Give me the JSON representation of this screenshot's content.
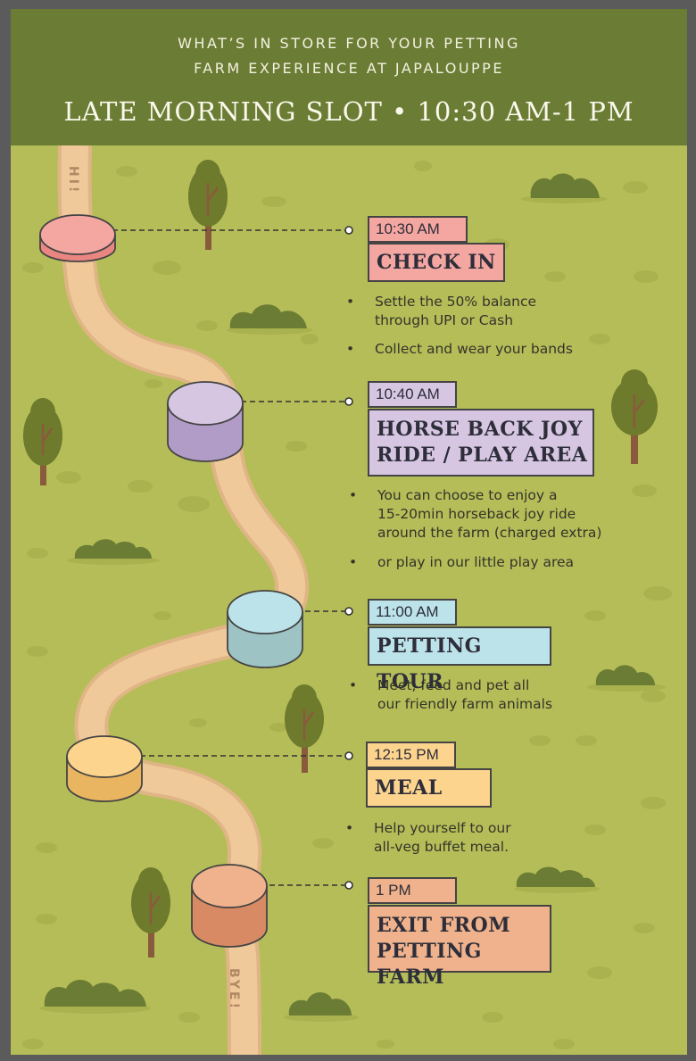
{
  "header": {
    "subtitle_line1": "WHAT’S IN STORE FOR YOUR PETTING",
    "subtitle_line2": "FARM EXPERIENCE AT JAPALOUPPE",
    "title": "LATE MORNING SLOT • 10:30 AM-1 PM"
  },
  "path_signs": {
    "start": "HI!",
    "end": "BYE!"
  },
  "stops": [
    {
      "time": "10:30 AM",
      "title_lines": [
        "CHECK IN"
      ],
      "color": "#f4a6a1",
      "bullets": [
        [
          "Settle the 50% balance",
          "through UPI or Cash"
        ],
        [
          "Collect and wear your bands"
        ]
      ]
    },
    {
      "time": "10:40 AM",
      "title_lines": [
        "HORSE BACK JOY",
        "RIDE / PLAY AREA"
      ],
      "color": "#d6c6e2",
      "bullets": [
        [
          "You can choose to enjoy a",
          "15-20min horseback joy ride",
          "around the farm (charged extra)"
        ],
        [
          "or play in our little play area"
        ]
      ]
    },
    {
      "time": "11:00 AM",
      "title_lines": [
        "PETTING TOUR"
      ],
      "color": "#bde3ea",
      "bullets": [
        [
          "Meet, feed and pet all",
          "our friendly farm animals"
        ]
      ]
    },
    {
      "time": "12:15 PM",
      "title_lines": [
        "MEAL"
      ],
      "color": "#fdd48e",
      "bullets": [
        [
          "Help yourself to our",
          "all-veg buffet meal."
        ]
      ]
    },
    {
      "time": "1 PM",
      "title_lines": [
        "EXIT FROM",
        "PETTING FARM"
      ],
      "color": "#efb28c",
      "bullets": []
    }
  ],
  "colors": {
    "header_bg": "#6b7d34",
    "grass": "#b5bd58",
    "path": "#efc99a",
    "tree": "#6e7a2c",
    "trunk": "#8a5a3c",
    "bush": "#6b7d34"
  }
}
